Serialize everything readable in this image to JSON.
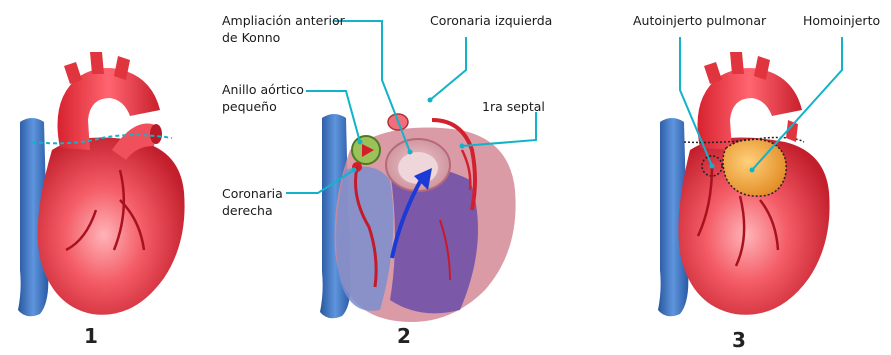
{
  "panels": [
    {
      "number": "1"
    },
    {
      "number": "2"
    },
    {
      "number": "3"
    }
  ],
  "labels": {
    "ampliacion_line1": "Ampliación anterior",
    "ampliacion_line2": "de Konno",
    "coronaria_izquierda": "Coronaria izquierda",
    "anillo_line1": "Anillo aórtico",
    "anillo_line2": "pequeño",
    "septal": "1ra septal",
    "coronaria_derecha_line1": "Coronaria",
    "coronaria_derecha_line2": "derecha",
    "autoinjerto": "Autoinjerto pulmonar",
    "homoinjerto": "Homoinjerto"
  },
  "colors": {
    "heart_red": "#e63a44",
    "heart_light": "#ff9aa3",
    "vein_blue": "#3f78c4",
    "leader_cyan": "#12b3c9",
    "graft_orange": "#f4a23a",
    "septum_purple": "#6b4ea8"
  }
}
